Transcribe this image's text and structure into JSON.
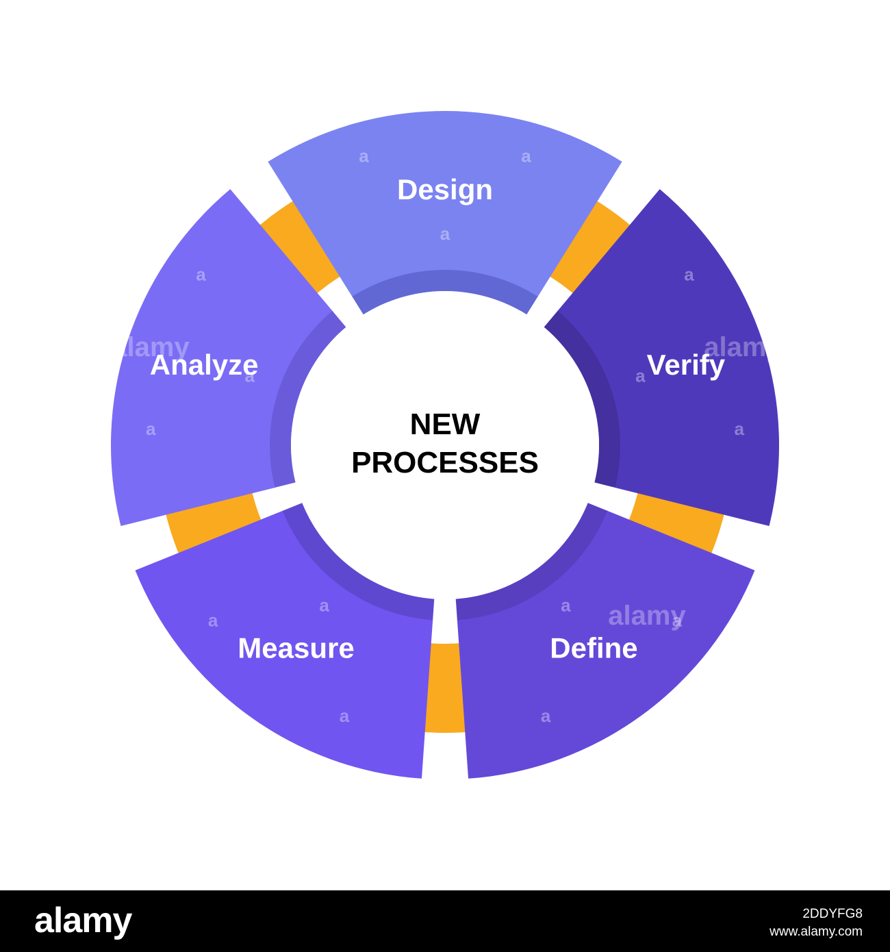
{
  "diagram": {
    "center_label_lines": [
      "NEW",
      "PROCESSES"
    ],
    "segments": [
      {
        "label": "Design",
        "color": "#7b83f1",
        "inner_color": "#6168d4"
      },
      {
        "label": "Verify",
        "color": "#4f39bb",
        "inner_color": "#44309e"
      },
      {
        "label": "Define",
        "color": "#6449d9",
        "inner_color": "#583fc0"
      },
      {
        "label": "Measure",
        "color": "#7155f0",
        "inner_color": "#5f48d0"
      },
      {
        "label": "Analyze",
        "color": "#7b6cf5",
        "inner_color": "#6a5bdb"
      }
    ],
    "connector_color": "#f9aa1e",
    "watermark_text": "alamy",
    "watermark_letter": "a"
  },
  "footer": {
    "logo": "alamy",
    "image_id": "2DDYFG8",
    "site": "www.alamy.com"
  }
}
